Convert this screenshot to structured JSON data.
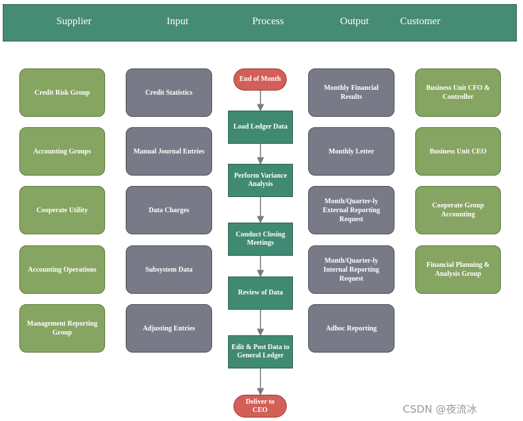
{
  "header": {
    "columns": [
      "Supplier",
      "Input",
      "Process",
      "Output",
      "Customer"
    ]
  },
  "suppliers": [
    "Credit Risk Group",
    "Accounting Groups",
    "Cooperate Utility",
    "Accounting Operations",
    "Management Reporting Group"
  ],
  "inputs": [
    "Credit Statistics",
    "Manual Journal Entries",
    "Data Charges",
    "Subsystem Data",
    "Adjusting Entries"
  ],
  "process": {
    "start": "End of Month",
    "steps": [
      "Load Ledger Data",
      "Perform Variance Analysis",
      "Conduct Closing Meetings",
      "Review of Data",
      "Edit & Post Data to General Ledger"
    ],
    "end": "Deliver to CEO"
  },
  "outputs": [
    "Monthly Financial Results",
    "Monthly Letter",
    "Month/Quarter-ly External Reporting Request",
    "Month/Quarter-ly Internal Reporting Request",
    "Adhoc Reporting"
  ],
  "customers": [
    "Business Unit CFO & Controller",
    "Business Unit CEO",
    "Cooperate Group Accounting",
    "Financial Planning & Analysis Group"
  ],
  "watermark": "CSDN @夜流冰",
  "colors": {
    "header": "#468b73",
    "supplier_customer": "#86a562",
    "input_output": "#787b87",
    "process": "#408a73",
    "terminal": "#d25f58",
    "arrow": "#7a7a7a"
  }
}
